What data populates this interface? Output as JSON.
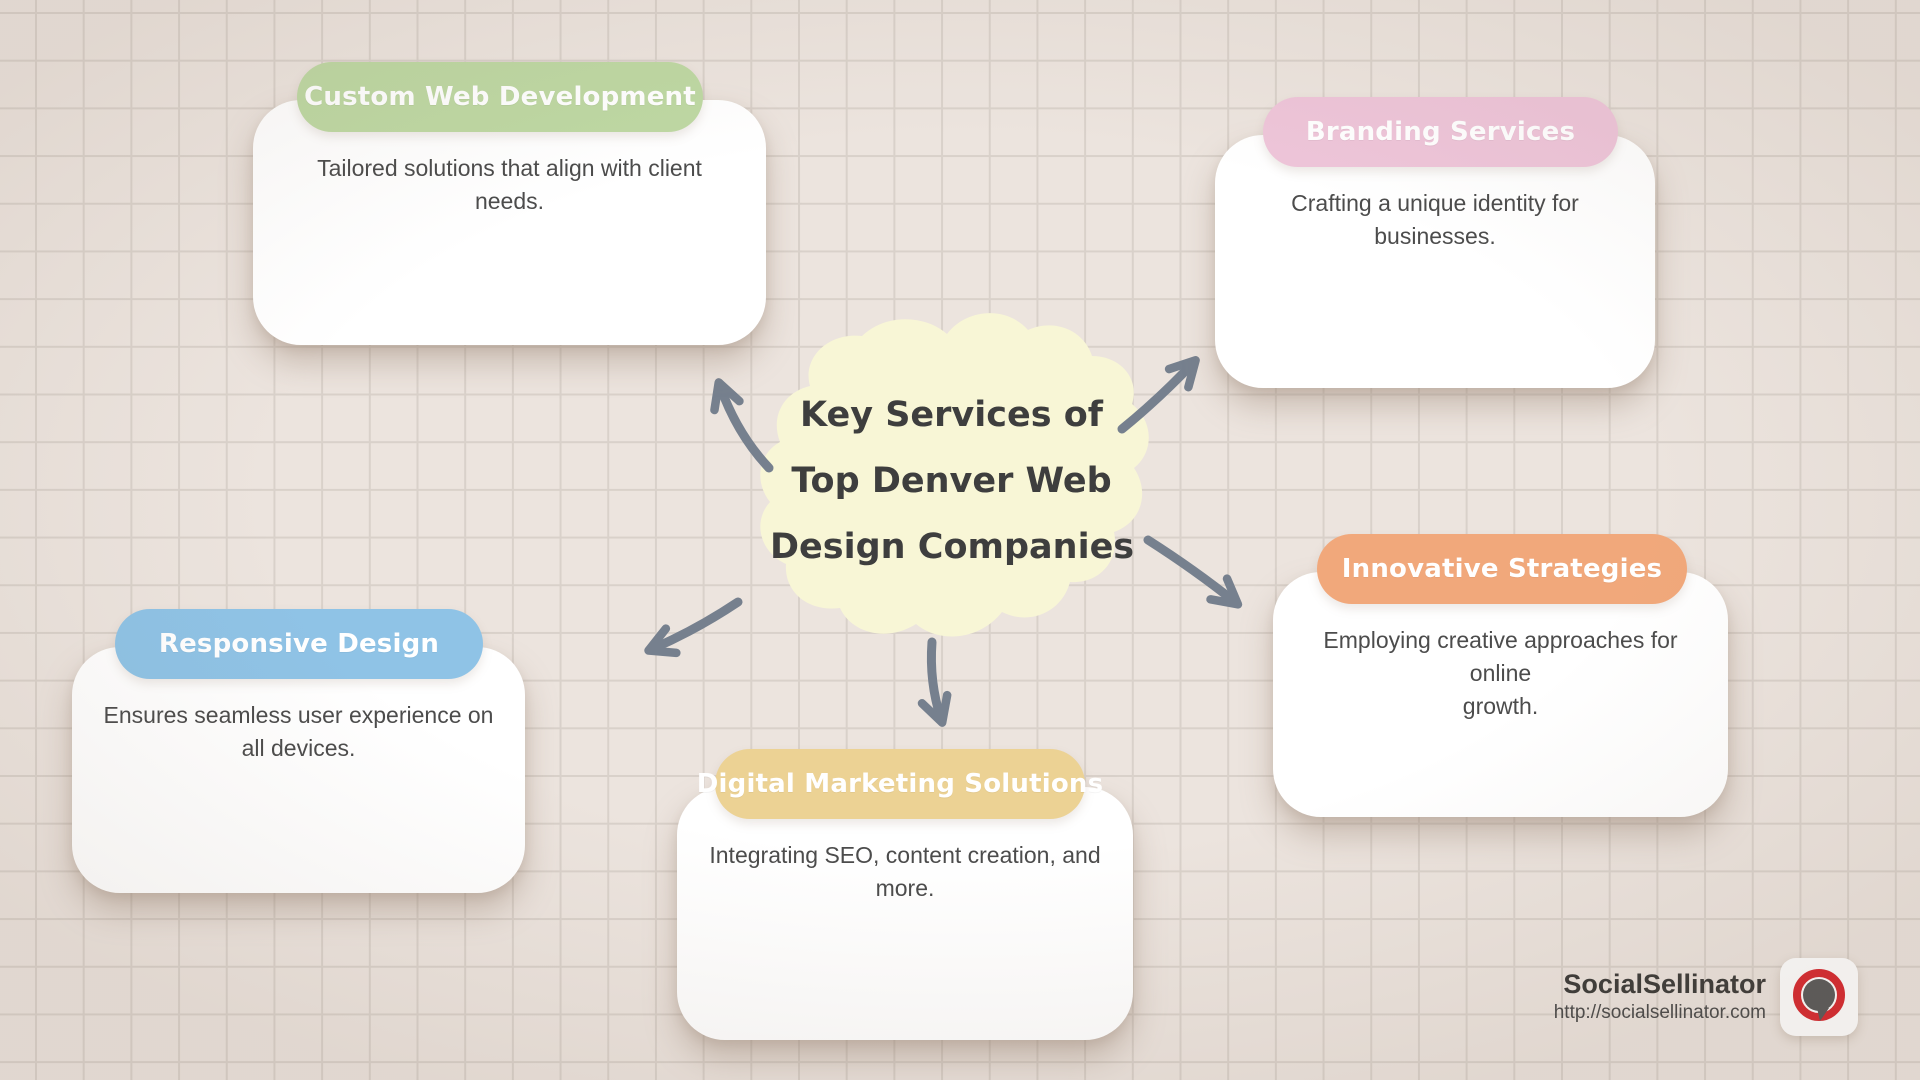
{
  "title": {
    "lines": [
      "Key Services of",
      "Top Denver Web",
      "Design Companies"
    ]
  },
  "nodes": [
    {
      "id": "custom-web-development",
      "label": "Custom Web Development",
      "color": "#bed8a3",
      "body_lines": [
        "Tailored solutions that align with client",
        "needs."
      ]
    },
    {
      "id": "branding-services",
      "label": "Branding Services",
      "color": "#eec5d9",
      "body_lines": [
        "Crafting a unique identity for businesses."
      ]
    },
    {
      "id": "responsive-design",
      "label": "Responsive Design",
      "color": "#8fc3e6",
      "body_lines": [
        "Ensures seamless user experience on",
        "all devices."
      ]
    },
    {
      "id": "digital-marketing-solutions",
      "label": "Digital Marketing Solutions",
      "color": "#ecd294",
      "body_lines": [
        "Integrating SEO, content creation, and",
        "more."
      ]
    },
    {
      "id": "innovative-strategies",
      "label": "Innovative Strategies",
      "color": "#f1a87b",
      "body_lines": [
        "Employing creative approaches for online",
        "growth."
      ]
    }
  ],
  "footer": {
    "brand": "SocialSellinator",
    "url": "http://socialsellinator.com"
  },
  "colors": {
    "background": "#ece4de",
    "grid_line": "#d9d1ca",
    "center_blob": "#f8f6d6",
    "title_text": "#3e3e3e",
    "body_text": "#4c4c4c",
    "arrow": "#76808e",
    "logo_red": "#d7282f",
    "logo_gray": "#595959"
  }
}
